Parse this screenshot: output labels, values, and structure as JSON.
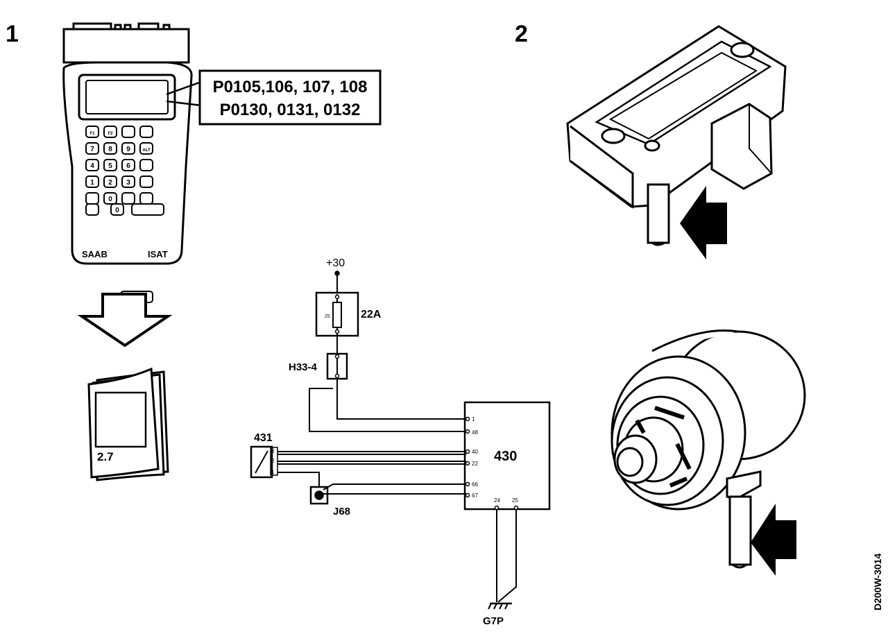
{
  "panels": {
    "one": "1",
    "two": "2"
  },
  "scan_tool": {
    "brand": "SAAB",
    "model": "ISAT",
    "keys": [
      "F1",
      "F2",
      "",
      "",
      "7",
      "8",
      "9",
      "ALT",
      "4",
      "5",
      "6",
      "",
      "1",
      "2",
      "3",
      "",
      "",
      "0",
      "",
      "",
      "",
      "",
      "",
      ""
    ]
  },
  "fault_codes": {
    "line1": "P0105,106, 107, 108",
    "line2": "P0130, 0131, 0132"
  },
  "manual": {
    "label": "2.7"
  },
  "circuit": {
    "supply": "+30",
    "fuse_label": "22A",
    "fuse_rating": "25",
    "connector_label": "H33-4",
    "ecu_label": "430",
    "sensor_label": "431",
    "splice_label": "J68",
    "ground_label": "G7P",
    "ecu_pins_left": [
      "1",
      "48",
      "40",
      "22",
      "66",
      "67"
    ],
    "ecu_pins_bottom": [
      "24",
      "25"
    ],
    "sensor_pins": [
      "3",
      "2",
      "1"
    ]
  },
  "figure_code": "D200W-3014"
}
